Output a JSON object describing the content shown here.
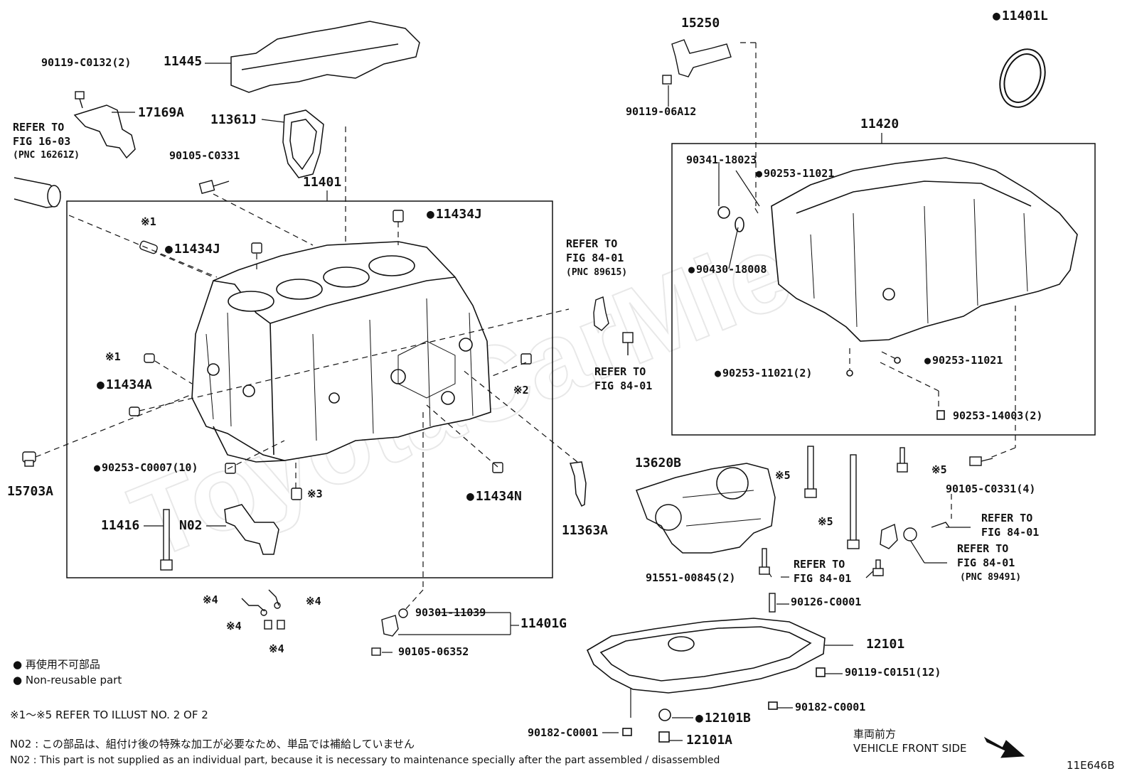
{
  "watermark": "ToyotaCarMiet.ru",
  "figure_id": "11E646B",
  "parts": {
    "p90119_C0132": "90119-C0132(2)",
    "p11445": "11445",
    "p17169A": "17169A",
    "refer_16_03_a": "REFER TO",
    "refer_16_03_b": "FIG 16-03",
    "refer_16_03_c": "(PNC 16261Z)",
    "p11361J": "11361J",
    "p90105_C0331": "90105-C0331",
    "p11401": "11401",
    "p11434J_top": "11434J",
    "p11434J_left": "11434J",
    "note_x1_top": "※1",
    "note_x1_mid": "※1",
    "p11434A": "11434A",
    "note_x2": "※2",
    "p15703A": "15703A",
    "p90253_C0007": "90253-C0007(10)",
    "p11434N": "11434N",
    "note_x3": "※3",
    "p11416": "11416",
    "pN02": "N02",
    "p11363A": "11363A",
    "refer_89615_a": "REFER TO",
    "refer_89615_b": "FIG 84-01",
    "refer_89615_c": "(PNC 89615)",
    "refer_84_01_a": "REFER TO",
    "refer_84_01_b": "FIG 84-01",
    "note_x4_a": "※4",
    "note_x4_b": "※4",
    "note_x4_c": "※4",
    "note_x4_d": "※4",
    "p90301_11039": "90301-11039",
    "p11401G": "11401G",
    "p90105_06352": "90105-06352",
    "p15250": "15250",
    "p90119_06A12": "90119-06A12",
    "p11401L": "11401L",
    "p11420": "11420",
    "p90341_18023": "90341-18023",
    "p90253_11021_top": "90253-11021",
    "p90430_18008": "90430-18008",
    "p90253_11021_right": "90253-11021",
    "p90253_11021_2": "90253-11021(2)",
    "p90253_14003": "90253-14003(2)",
    "p13620B": "13620B",
    "note_x5_a": "※5",
    "note_x5_b": "※5",
    "note_x5_c": "※5",
    "p90105_C0331_4": "90105-C0331(4)",
    "refer_r1_a": "REFER TO",
    "refer_r1_b": "FIG 84-01",
    "refer_r2_a": "REFER TO",
    "refer_r2_b": "FIG 84-01",
    "refer_r2_c": "(PNC 89491)",
    "refer_mid_a": "REFER TO",
    "refer_mid_b": "FIG 84-01",
    "p91551_00845": "91551-00845(2)",
    "p90126_C0001": "90126-C0001",
    "p12101": "12101",
    "p90119_C0151": "90119-C0151(12)",
    "p90182_C0001_r": "90182-C0001",
    "p12101B": "12101B",
    "p90182_C0001_l": "90182-C0001",
    "p12101A": "12101A"
  },
  "legend": {
    "jp_nonreusable": "再使用不可部品",
    "en_nonreusable": "Non-reusable part",
    "refer_illust": "※1～※5  REFER TO ILLUST NO. 2 OF 2",
    "n02_jp": "N02 : この部品は、組付け後の特殊な加工が必要なため、単品では補給していません",
    "n02_en": "N02 : This part is not supplied as an individual part, because it is necessary to maintenance specially after the part assembled / disassembled",
    "front_jp": "車両前方",
    "front_en": "VEHICLE FRONT SIDE"
  }
}
